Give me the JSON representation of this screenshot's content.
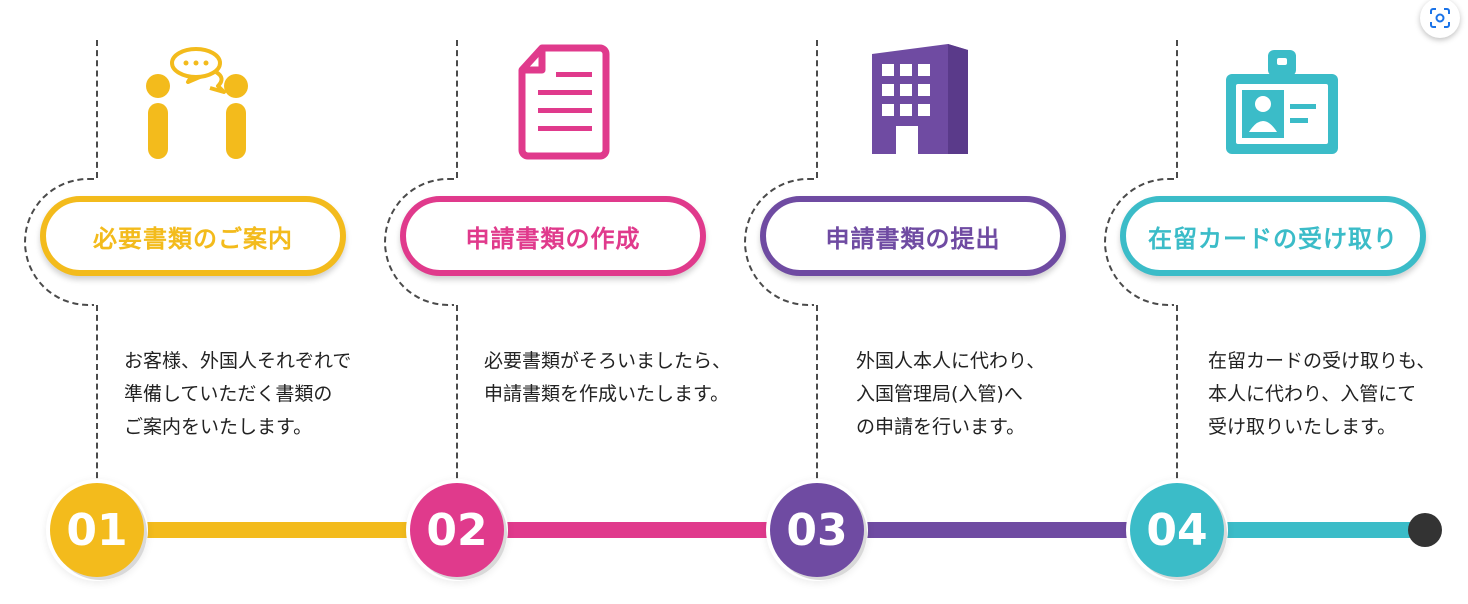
{
  "steps": [
    {
      "number": "01",
      "title": "必要書類のご案内",
      "description": "お客様、外国人それぞれで\n準備していただく書類の\nご案内をいたします。",
      "color": "#F3BB1C",
      "icon": "consultation-icon"
    },
    {
      "number": "02",
      "title": "申請書類の作成",
      "description": "必要書類がそろいましたら、\n申請書類を作成いたします。",
      "color": "#E03A8C",
      "icon": "document-icon"
    },
    {
      "number": "03",
      "title": "申請書類の提出",
      "description": "外国人本人に代わり、\n入国管理局(入管)へ\nの申請を行います。",
      "color": "#6F4BA2",
      "icon": "building-icon"
    },
    {
      "number": "04",
      "title": "在留カードの受け取り",
      "description": "在留カードの受け取りも、\n本人に代わり、入管にて\n受け取りいたします。",
      "color": "#3BBCC8",
      "icon": "id-card-icon"
    }
  ],
  "end_marker_color": "#333333",
  "lens_button_icon": "visual-search-icon"
}
